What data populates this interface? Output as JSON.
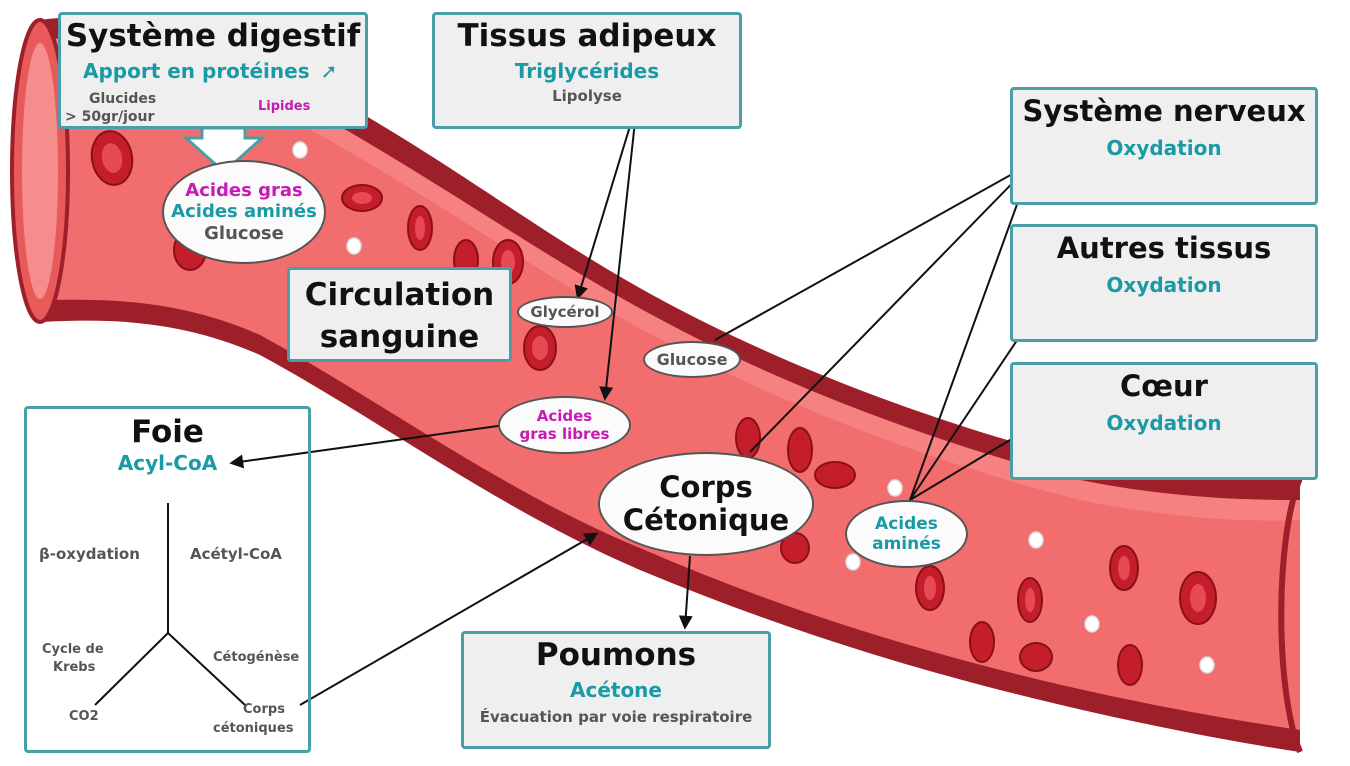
{
  "digestif": {
    "title": "Système digestif",
    "subtitle": "Apport en protéines",
    "arrow_icon": "arrow-up-right-icon",
    "glucides": "Glucides",
    "glucides_qty": "> 50gr/jour",
    "lipides": "Lipides"
  },
  "nutrients_oval": {
    "line1": "Acides gras",
    "line2": "Acides aminés",
    "line3": "Glucose"
  },
  "adipeux": {
    "title": "Tissus adipeux",
    "subtitle": "Triglycérides",
    "process": "Lipolyse"
  },
  "circulation": {
    "line1": "Circulation",
    "line2": "sanguine"
  },
  "glycerol": "Glycérol",
  "glucose": "Glucose",
  "acides_gras_libres": {
    "line1": "Acides",
    "line2": "gras libres"
  },
  "corps_cetonique": {
    "line1": "Corps",
    "line2": "Cétonique"
  },
  "acides_amines": {
    "line1": "Acides",
    "line2": "aminés"
  },
  "nerveux": {
    "title": "Système nerveux",
    "subtitle": "Oxydation"
  },
  "autres": {
    "title": "Autres tissus",
    "subtitle": "Oxydation"
  },
  "coeur": {
    "title": "Cœur",
    "subtitle": "Oxydation"
  },
  "poumons": {
    "title": "Poumons",
    "subtitle": "Acétone",
    "detail": "Évacuation par voie respiratoire"
  },
  "foie": {
    "title": "Foie",
    "subtitle": "Acyl-CoA",
    "beta": "β-oxydation",
    "acetyl": "Acétyl-CoA",
    "krebs_1": "Cycle de",
    "krebs_2": "Krebs",
    "cetogenese": "Cétogénèse",
    "co2": "CO2",
    "corps_1": "Corps",
    "corps_2": "cétoniques"
  },
  "colors": {
    "teal": "#1a9aa5",
    "magenta": "#c81ab5",
    "vessel": "#f06a6a",
    "vessel_dark": "#a3262e",
    "border": "#4a9ea8"
  }
}
